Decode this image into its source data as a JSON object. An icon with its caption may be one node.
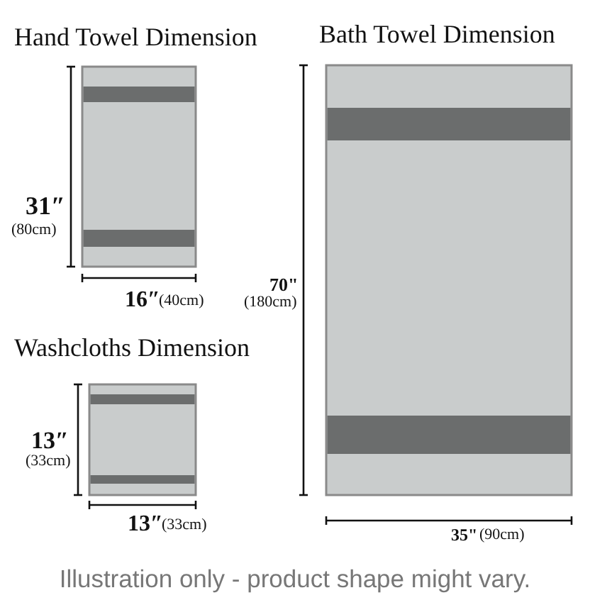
{
  "diagram": {
    "caption": "Illustration only - product shape might vary.",
    "nodes": [
      {
        "text": [
          "Hand Towel Dimension"
        ]
      },
      {
        "text": [
          "Bath Towel Dimension"
        ]
      },
      {
        "text": [
          "Washcloths Dimension"
        ]
      }
    ],
    "labels": [
      "31″",
      "(80cm)",
      "16″",
      "(40cm)",
      "70\"",
      "(180cm)",
      "13″",
      "(33cm)",
      "13″",
      "(33cm)",
      "35\"",
      "(90cm)"
    ]
  }
}
